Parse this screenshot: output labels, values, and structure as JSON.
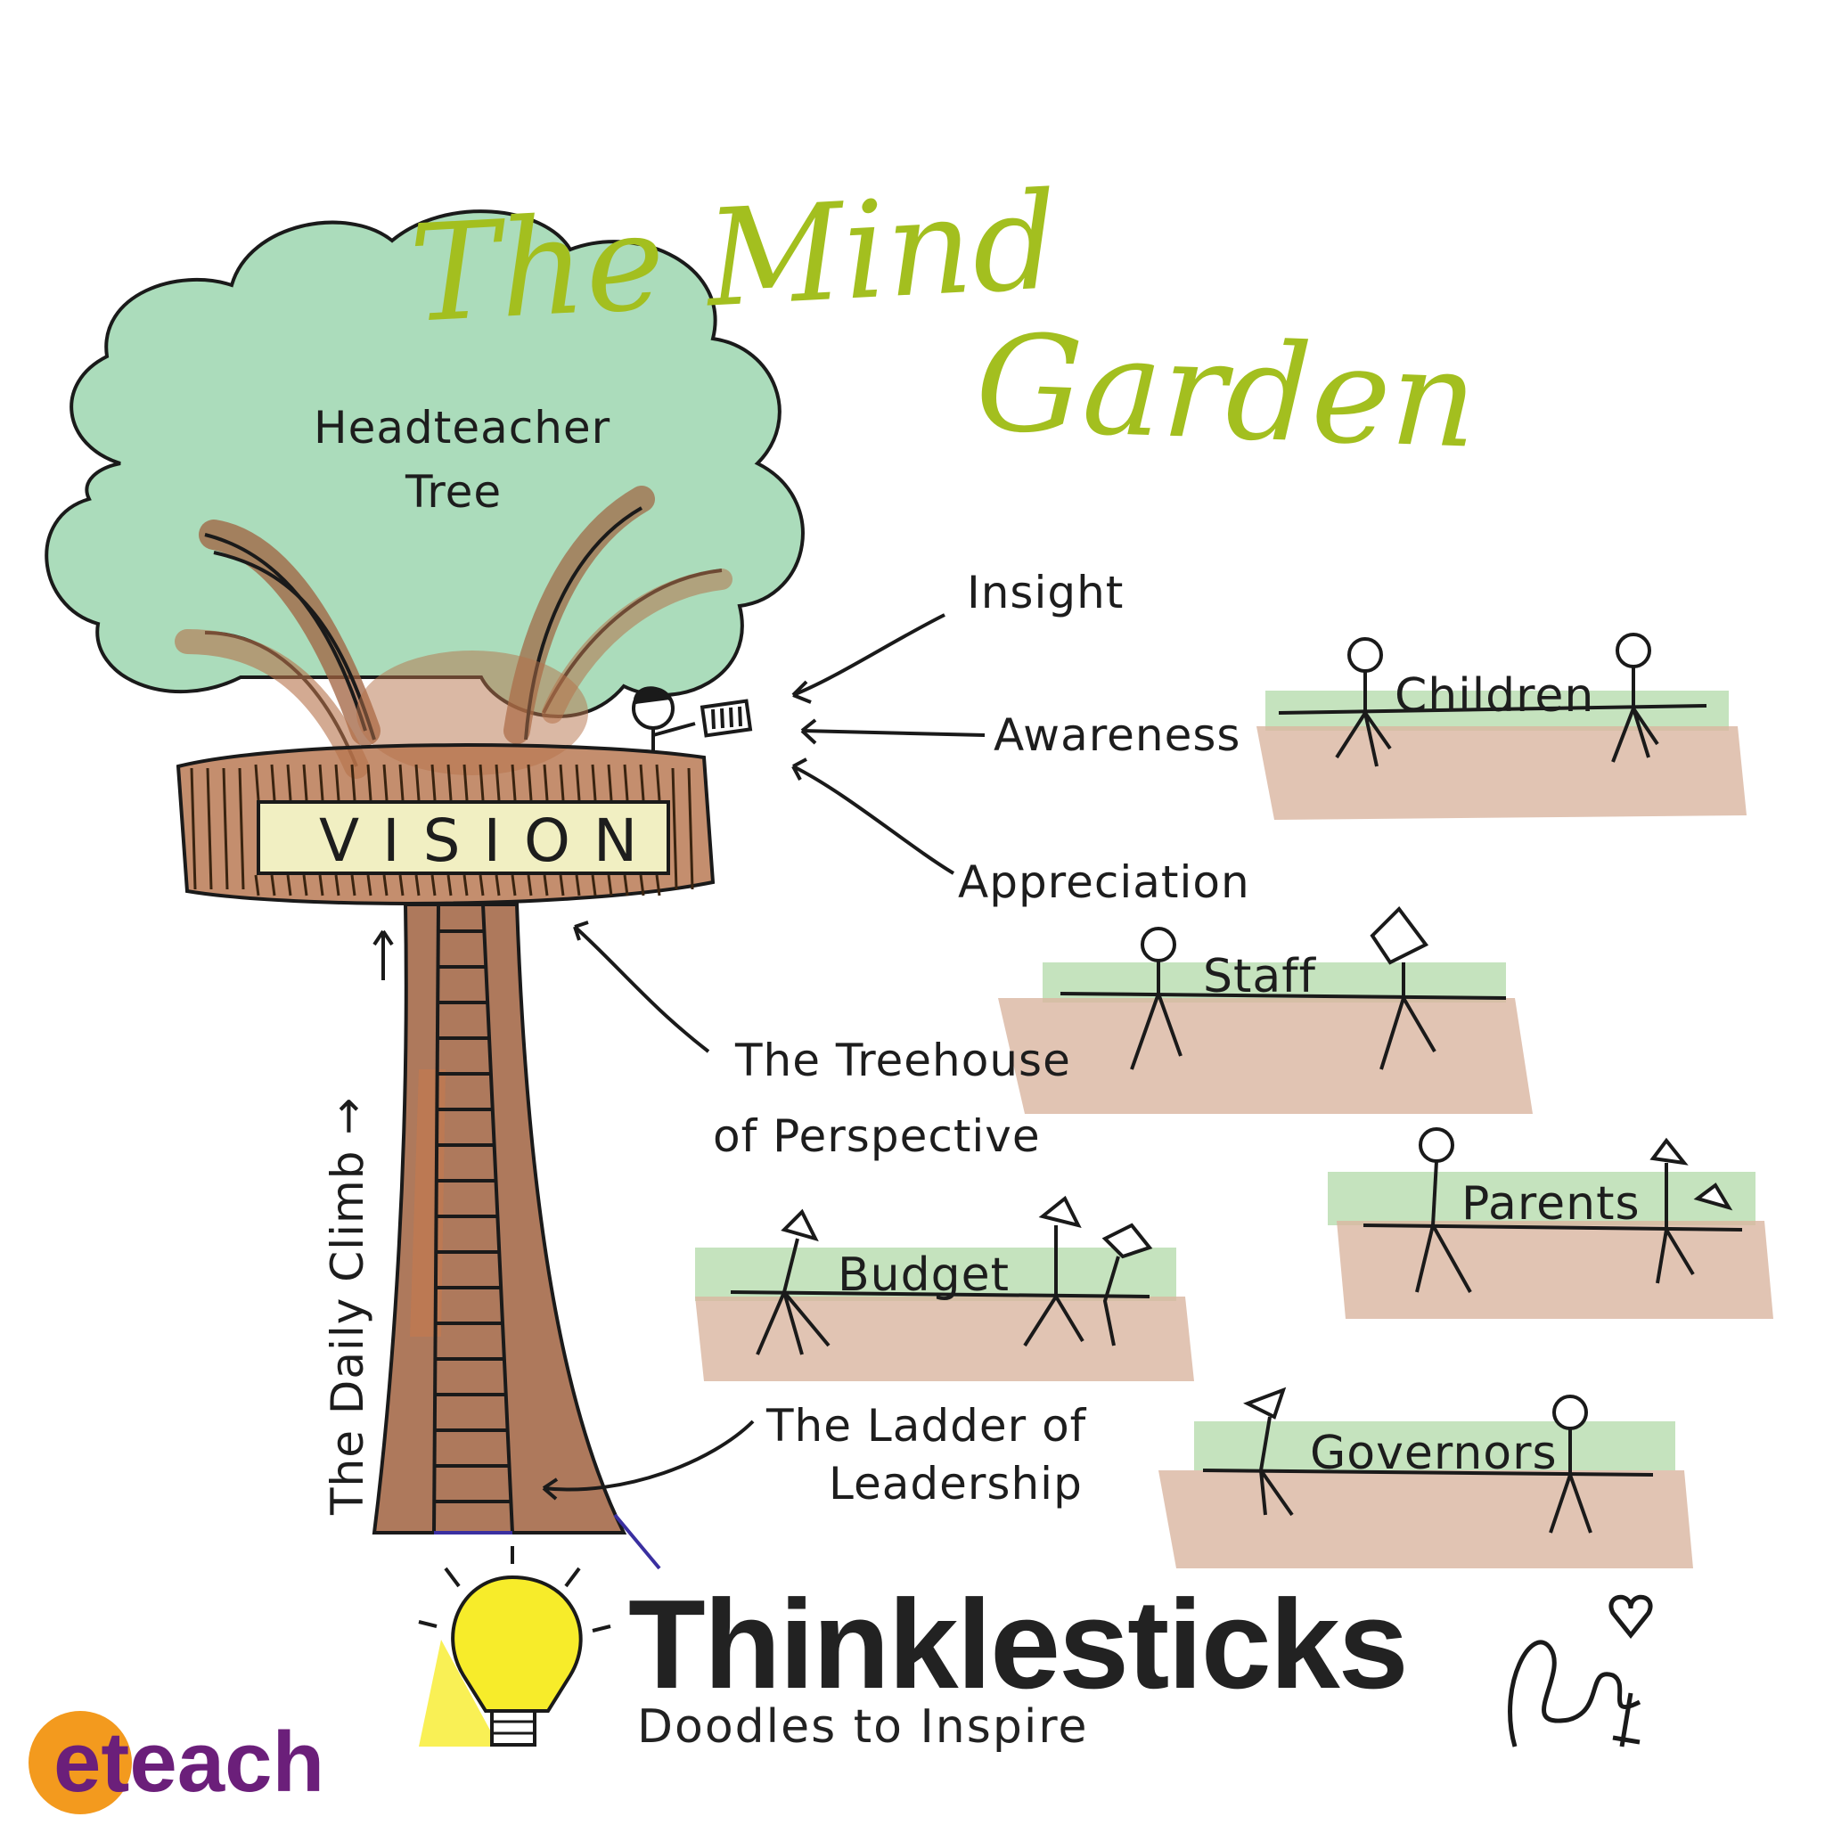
{
  "title": {
    "line1": "The Mind",
    "line2": "Garden"
  },
  "tree": {
    "canopy_label_line1": "Headteacher",
    "canopy_label_line2": "Tree",
    "platform_sign": "VISION",
    "trunk_label": "The Daily Climb →"
  },
  "arrow_labels": {
    "insight": "Insight",
    "awareness": "Awareness",
    "appreciation": "Appreciation",
    "treehouse_line1": "The Treehouse",
    "treehouse_line2": "of Perspective",
    "ladder_line1": "The Ladder of",
    "ladder_line2": "Leadership"
  },
  "garden_strips": [
    {
      "label": "Children"
    },
    {
      "label": "Staff"
    },
    {
      "label": "Budget"
    },
    {
      "label": "Parents"
    },
    {
      "label": "Governors"
    }
  ],
  "branding": {
    "name": "Thinklesticks",
    "tagline": "Doodles to Inspire",
    "partner": "eteach",
    "partner_e": "e",
    "partner_rest": "teach"
  },
  "colors": {
    "title_green": "#a3bf1f",
    "canopy_green": "#7fc59a",
    "trunk_brown": "#a0623f",
    "soil_brown": "#d9b5a0",
    "grass_green": "#b7dcae",
    "vision_sign": "#f1efc2",
    "bulb_yellow": "#f7ec2a",
    "eteach_orange": "#f39a1e",
    "eteach_purple": "#6b1f7a"
  }
}
